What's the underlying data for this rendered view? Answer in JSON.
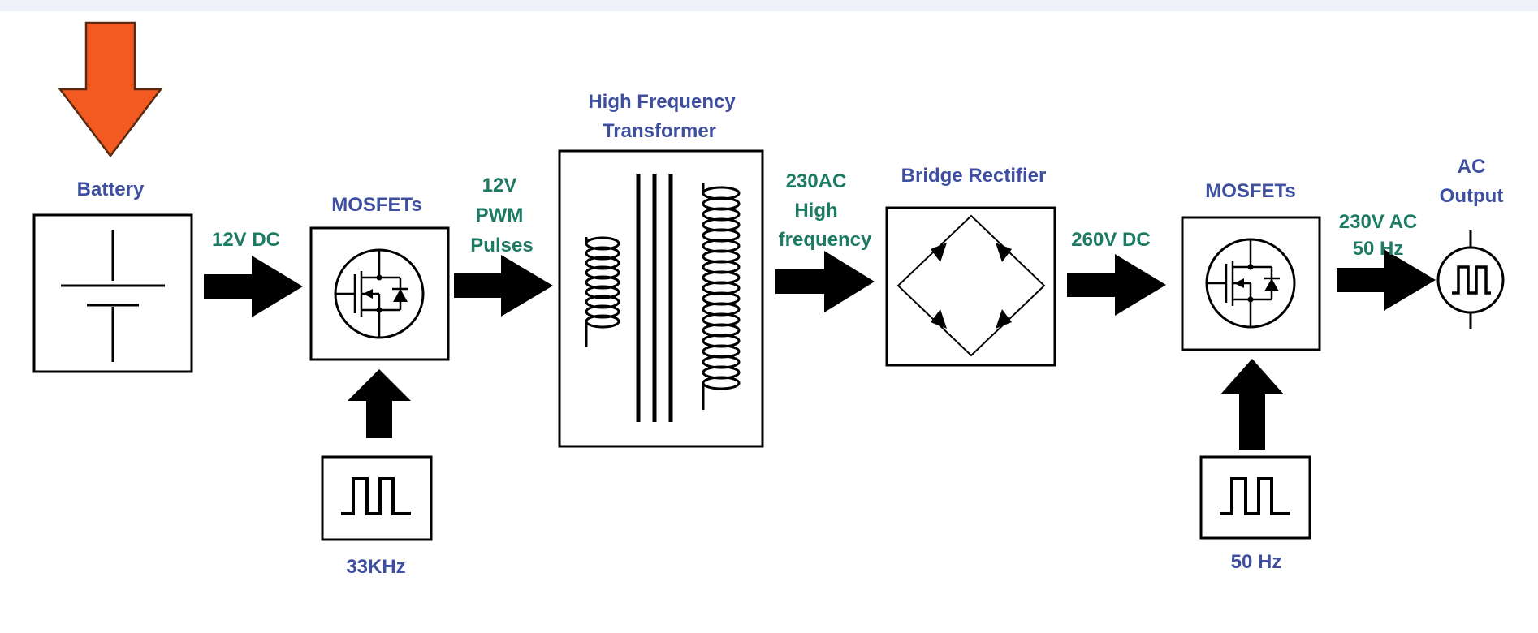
{
  "labels": {
    "battery": "Battery",
    "mosfets_1": "MOSFETs",
    "transformer_line1": "High Frequency",
    "transformer_line2": "Transformer",
    "bridge_rectifier": "Bridge Rectifier",
    "mosfets_2": "MOSFETs",
    "ac_output_line1": "AC",
    "ac_output_line2": "Output",
    "osc_33k": "33KHz",
    "osc_50": "50 Hz"
  },
  "signals": {
    "dc12": "12V DC",
    "pwm_line1": "12V",
    "pwm_line2": "PWM",
    "pwm_line3": "Pulses",
    "hf_line1": "230AC",
    "hf_line2": "High",
    "hf_line3": "frequency",
    "dc260": "260V DC",
    "ac_line1": "230V AC",
    "ac_line2": "50 Hz"
  },
  "colors": {
    "block_label": "#3f4fa0",
    "signal_label": "#1d7a63",
    "input_arrow": "#f25a22",
    "input_arrow_outline": "#5a2a10",
    "background_top": "#eef1f8"
  }
}
